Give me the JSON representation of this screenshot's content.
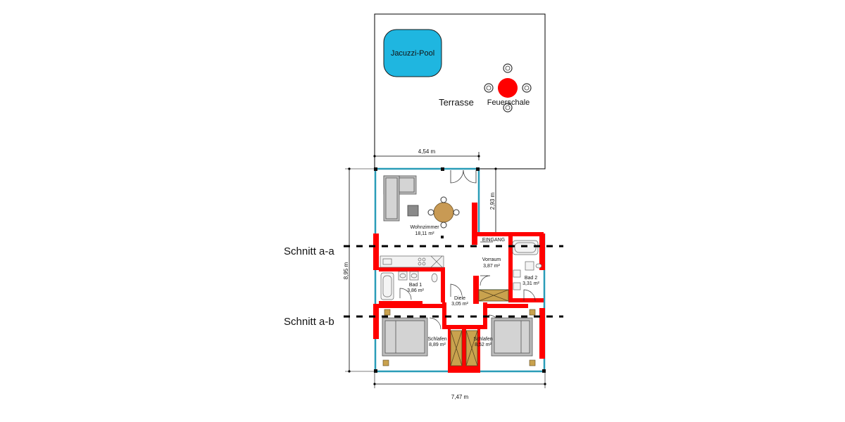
{
  "terrace": {
    "label": "Terrasse",
    "pool_label": "Jacuzzi-Pool",
    "fire_label": "Feuerschale"
  },
  "sections": {
    "a_a": "Schnitt a-a",
    "a_b": "Schnitt a-b"
  },
  "dimensions": {
    "width_top": "4,54 m",
    "width_total": "7,47 m",
    "height_total": "8,95 m",
    "height_living": "2,93 m"
  },
  "rooms": {
    "wohnzimmer": {
      "name": "Wohnzimmer",
      "area": "18,11 m²"
    },
    "eingang": {
      "name": "EINGANG"
    },
    "vorraum": {
      "name": "Vorraum",
      "area": "3,87 m²"
    },
    "bad1": {
      "name": "Bad 1",
      "area": "3,86 m²"
    },
    "bad2": {
      "name": "Bad 2",
      "area": "3,31 m²"
    },
    "diele": {
      "name": "Diele",
      "area": "3,05 m²"
    },
    "schlafen1": {
      "name": "Schlafen",
      "area": "8,89 m²"
    },
    "schlafen2": {
      "name": "Schlafen",
      "area": "8,52 m²"
    }
  },
  "colors": {
    "wall": "#ff0000",
    "window": "#2a9db8",
    "pool": "#1fb6e0",
    "table": "#c89a54",
    "furniture": "#a7a7a7",
    "wood": "#c9a24e"
  }
}
